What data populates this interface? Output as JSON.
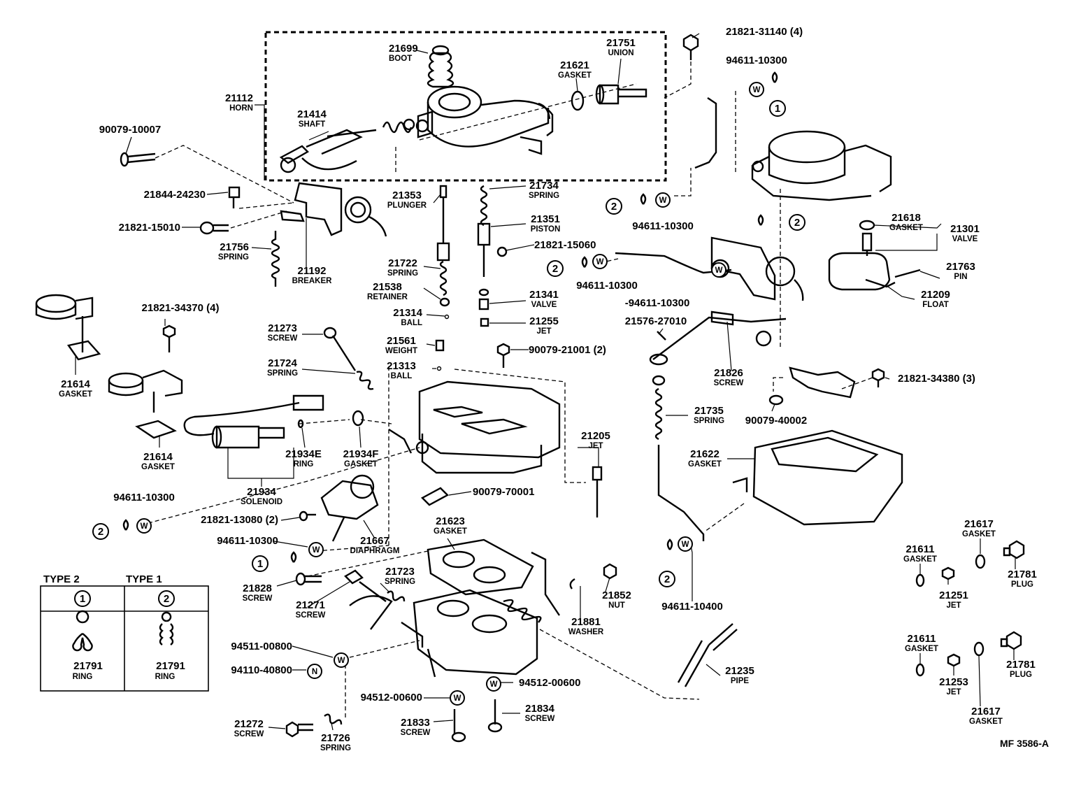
{
  "parts": [
    {
      "id": "p21112",
      "number": "21112",
      "name": "HORN"
    },
    {
      "id": "p21699",
      "number": "21699",
      "name": "BOOT"
    },
    {
      "id": "p21751",
      "number": "21751",
      "name": "UNION"
    },
    {
      "id": "p21621",
      "number": "21621",
      "name": "GASKET"
    },
    {
      "id": "p21414",
      "number": "21414",
      "name": "SHAFT"
    },
    {
      "id": "p90079_10007",
      "number": "90079-10007",
      "name": ""
    },
    {
      "id": "p21844_24230",
      "number": "21844-24230",
      "name": ""
    },
    {
      "id": "p21821_15010",
      "number": "21821-15010",
      "name": ""
    },
    {
      "id": "p21756",
      "number": "21756",
      "name": "SPRING"
    },
    {
      "id": "p21192",
      "number": "21192",
      "name": "BREAKER"
    },
    {
      "id": "p21353",
      "number": "21353",
      "name": "PLUNGER"
    },
    {
      "id": "p21734",
      "number": "21734",
      "name": "SPRING"
    },
    {
      "id": "p21351",
      "number": "21351",
      "name": "PISTON"
    },
    {
      "id": "p21821_15060",
      "number": "21821-15060",
      "name": ""
    },
    {
      "id": "p21722",
      "number": "21722",
      "name": "SPRING"
    },
    {
      "id": "p21538",
      "number": "21538",
      "name": "RETAINER"
    },
    {
      "id": "p21341",
      "number": "21341",
      "name": "VALVE"
    },
    {
      "id": "p21314",
      "number": "21314",
      "name": "BALL"
    },
    {
      "id": "p21255",
      "number": "21255",
      "name": "JET"
    },
    {
      "id": "p21561",
      "number": "21561",
      "name": "WEIGHT"
    },
    {
      "id": "p21313",
      "number": "21313",
      "name": "BALL"
    },
    {
      "id": "p90079_21001",
      "number": "90079-21001 (2)",
      "name": ""
    },
    {
      "id": "p21821_31140",
      "number": "21821-31140 (4)",
      "name": ""
    },
    {
      "id": "p94611_10300_a",
      "number": "94611-10300",
      "name": ""
    },
    {
      "id": "p94611_10300_b",
      "number": "94611-10300",
      "name": ""
    },
    {
      "id": "p94611_10300_c",
      "number": "94611-10300",
      "name": ""
    },
    {
      "id": "p94611_10300_d",
      "number": "-94611-10300",
      "name": ""
    },
    {
      "id": "p21618",
      "number": "21618",
      "name": "GASKET"
    },
    {
      "id": "p21301",
      "number": "21301",
      "name": "VALVE"
    },
    {
      "id": "p21763",
      "number": "21763",
      "name": "PIN"
    },
    {
      "id": "p21209",
      "number": "21209",
      "name": "FLOAT"
    },
    {
      "id": "p21576_27010",
      "number": "21576-27010",
      "name": ""
    },
    {
      "id": "p21826",
      "number": "21826",
      "name": "SCREW"
    },
    {
      "id": "p21821_34380",
      "number": "21821-34380 (3)",
      "name": ""
    },
    {
      "id": "p90079_40002",
      "number": "90079-40002",
      "name": ""
    },
    {
      "id": "p21735",
      "number": "21735",
      "name": "SPRING"
    },
    {
      "id": "p21622",
      "number": "21622",
      "name": "GASKET"
    },
    {
      "id": "p21821_34370",
      "number": "21821-34370 (4)",
      "name": ""
    },
    {
      "id": "p21614_a",
      "number": "21614",
      "name": "GASKET"
    },
    {
      "id": "p21614_b",
      "number": "21614",
      "name": "GASKET"
    },
    {
      "id": "p21273",
      "number": "21273",
      "name": "SCREW"
    },
    {
      "id": "p21724",
      "number": "21724",
      "name": "SPRING"
    },
    {
      "id": "p21934E",
      "number": "21934E",
      "name": "RING"
    },
    {
      "id": "p21934F",
      "number": "21934F",
      "name": "GASKET"
    },
    {
      "id": "p21934",
      "number": "21934",
      "name": "SOLENOID"
    },
    {
      "id": "p21205",
      "number": "21205",
      "name": "JET"
    },
    {
      "id": "p90079_70001",
      "number": "90079-70001",
      "name": ""
    },
    {
      "id": "p94611_10300_e",
      "number": "94611-10300",
      "name": ""
    },
    {
      "id": "p21821_13080",
      "number": "21821-13080 (2)",
      "name": ""
    },
    {
      "id": "p21667",
      "number": "21667",
      "name": "DIAPHRAGM"
    },
    {
      "id": "p94611_10300_f",
      "number": "94611-10300",
      "name": ""
    },
    {
      "id": "p21623",
      "number": "21623",
      "name": "GASKET"
    },
    {
      "id": "p21828",
      "number": "21828",
      "name": "SCREW"
    },
    {
      "id": "p21723",
      "number": "21723",
      "name": "SPRING"
    },
    {
      "id": "p21271",
      "number": "21271",
      "name": "SCREW"
    },
    {
      "id": "p21852",
      "number": "21852",
      "name": "NUT"
    },
    {
      "id": "p21881",
      "number": "21881",
      "name": "WASHER"
    },
    {
      "id": "p94611_10400",
      "number": "94611-10400",
      "name": ""
    },
    {
      "id": "p94511_00800",
      "number": "94511-00800",
      "name": ""
    },
    {
      "id": "p94110_40800",
      "number": "94110-40800",
      "name": ""
    },
    {
      "id": "p94512_00600_a",
      "number": "94512-00600",
      "name": ""
    },
    {
      "id": "p94512_00600_b",
      "number": "94512-00600",
      "name": ""
    },
    {
      "id": "p21834",
      "number": "21834",
      "name": "SCREW"
    },
    {
      "id": "p21833",
      "number": "21833",
      "name": "SCREW"
    },
    {
      "id": "p21235",
      "number": "21235",
      "name": "PIPE"
    },
    {
      "id": "p21272",
      "number": "21272",
      "name": "SCREW"
    },
    {
      "id": "p21726",
      "number": "21726",
      "name": "SPRING"
    },
    {
      "id": "p21617_a",
      "number": "21617",
      "name": "GASKET"
    },
    {
      "id": "p21611_a",
      "number": "21611",
      "name": "GASKET"
    },
    {
      "id": "p21251",
      "number": "21251",
      "name": "JET"
    },
    {
      "id": "p21781_a",
      "number": "21781",
      "name": "PLUG"
    },
    {
      "id": "p21611_b",
      "number": "21611",
      "name": "GASKET"
    },
    {
      "id": "p21253",
      "number": "21253",
      "name": "JET"
    },
    {
      "id": "p21781_b",
      "number": "21781",
      "name": "PLUG"
    },
    {
      "id": "p21617_b",
      "number": "21617",
      "name": "GASKET"
    }
  ],
  "ring_refs": {
    "one": "1",
    "two": "2"
  },
  "washer_symbol": "W",
  "nut_symbol": "N",
  "type_table": {
    "type2_header": "TYPE 2",
    "type1_header": "TYPE 1",
    "type2_symbol": "1",
    "type1_symbol": "2",
    "type2_part": {
      "number": "21791",
      "name": "RING"
    },
    "type1_part": {
      "number": "21791",
      "name": "RING"
    }
  },
  "footer_code": "MF  3586-A"
}
